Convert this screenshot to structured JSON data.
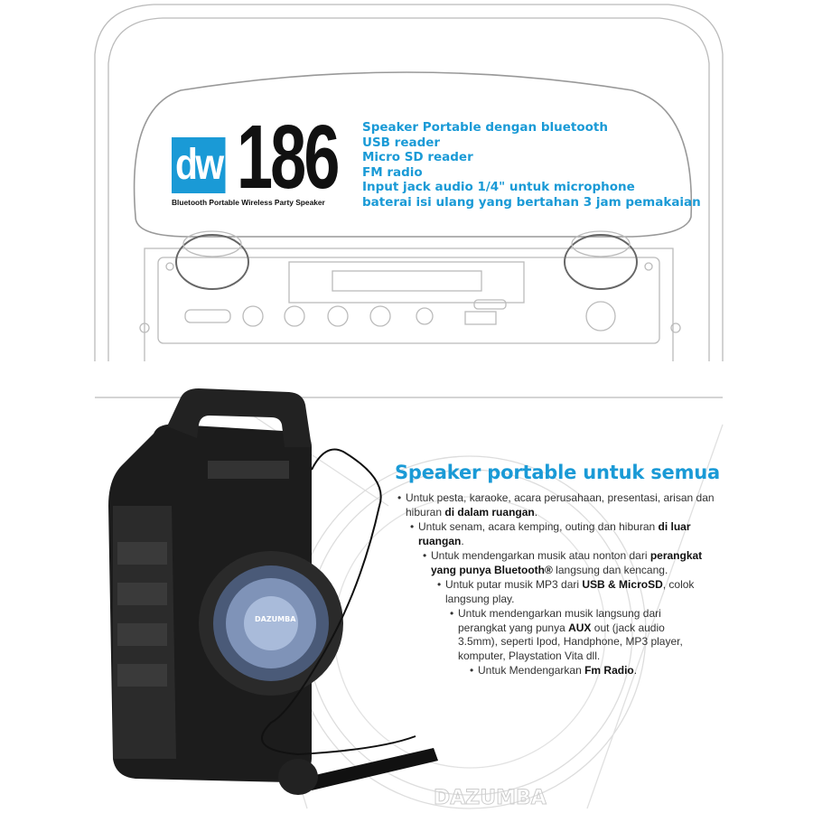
{
  "logo": {
    "brand": "dw",
    "model": "186",
    "tagline": "Bluetooth Portable Wireless Party Speaker"
  },
  "features": [
    "Speaker Portable dengan bluetooth",
    "USB reader",
    "Micro SD reader",
    "FM radio",
    "Input jack audio 1/4\" untuk microphone",
    "baterai isi ulang yang bertahan 3 jam pemakaian"
  ],
  "usage": {
    "heading": "Speaker portable untuk semua",
    "bullets": [
      {
        "a": "Untuk pesta, karaoke, acara perusahaan, presentasi, arisan dan hiburan ",
        "bold": "di dalam ruangan",
        "c": "."
      },
      {
        "a": "Untuk senam, acara kemping, outing dan hiburan ",
        "bold": "di luar ruangan",
        "c": "."
      },
      {
        "a": "Untuk mendengarkan musik atau nonton dari ",
        "bold": "perangkat yang punya Bluetooth®",
        "c": " langsung dan kencang."
      },
      {
        "a": "Untuk putar musik MP3 dari ",
        "bold": "USB & MicroSD",
        "c": ", colok langsung play."
      },
      {
        "a": "Untuk mendengarkan musik langsung dari perangkat yang punya ",
        "bold": "AUX",
        "c": " out (jack audio 3.5mm), seperti Ipod, Handphone, MP3 player, komputer, Playstation Vita dll."
      },
      {
        "a": "Untuk Mendengarkan ",
        "bold": "Fm Radio",
        "c": "."
      }
    ]
  },
  "speaker_badge": "DAZUMBA",
  "watermark": "DAZUMBA",
  "colors": {
    "accent": "#1a9ad6"
  }
}
